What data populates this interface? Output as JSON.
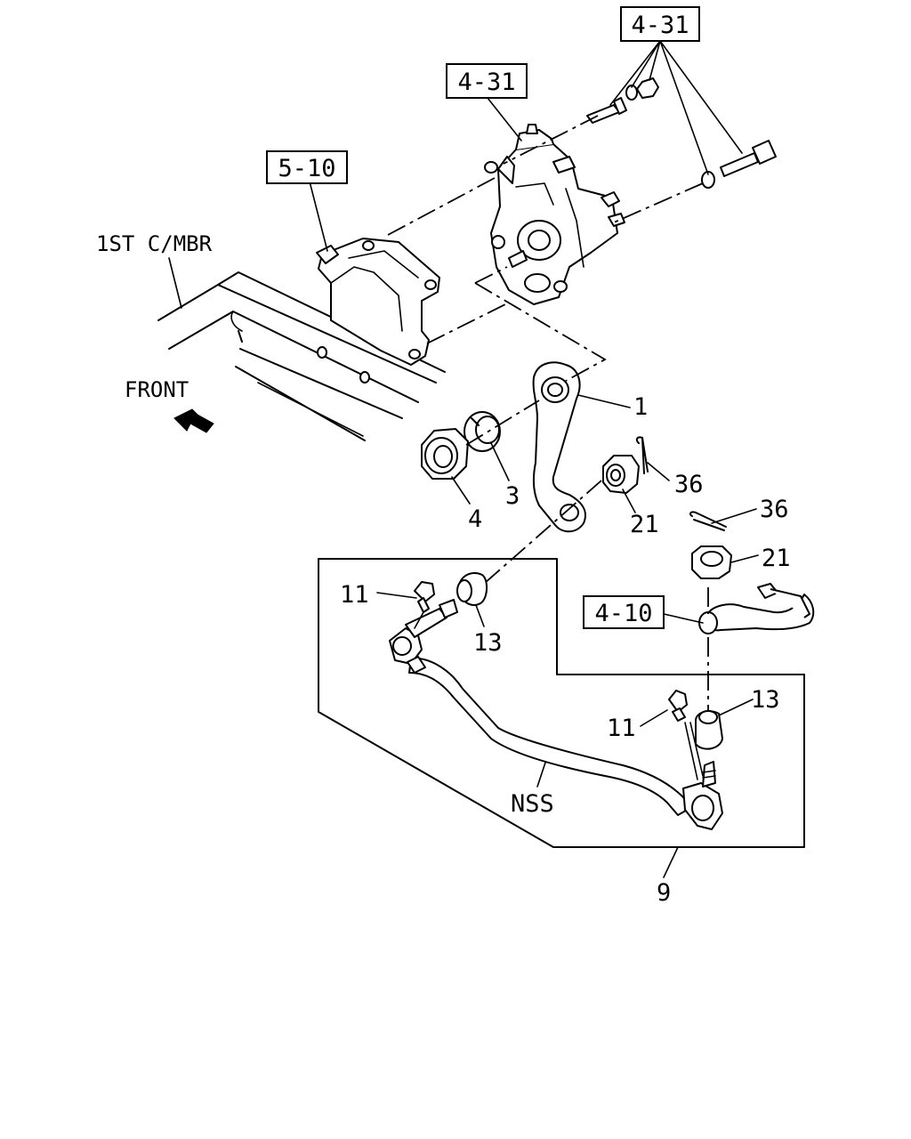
{
  "refs": {
    "ref_top": "4-31",
    "ref_pump": "4-31",
    "ref_bracket": "5-10",
    "ref_draglink": "4-10"
  },
  "labels": {
    "crossmember": "1ST C/MBR",
    "front": "FRONT",
    "nss": "NSS"
  },
  "parts": {
    "arm": "1",
    "washer": "3",
    "nut": "4",
    "cnut_a": "21",
    "cnut_b": "21",
    "pin_a": "36",
    "pin_b": "36",
    "fit_a": "11",
    "fit_b": "11",
    "boot_a": "13",
    "boot_b": "13",
    "assembly": "9"
  }
}
